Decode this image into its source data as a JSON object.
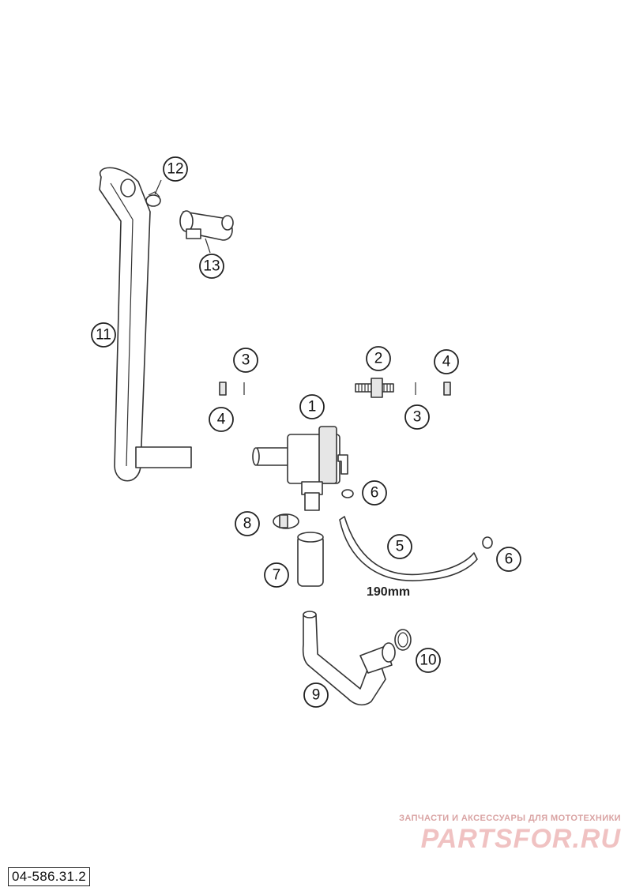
{
  "callouts": {
    "c1": "1",
    "c2": "2",
    "c3a": "3",
    "c3b": "3",
    "c4a": "4",
    "c4b": "4",
    "c5": "5",
    "c6a": "6",
    "c6b": "6",
    "c7": "7",
    "c8": "8",
    "c9": "9",
    "c10": "10",
    "c11": "11",
    "c12": "12",
    "c13": "13"
  },
  "dimension_label": "190mm",
  "drawing_number": "04-586.31.2",
  "watermark": {
    "tagline": "ЗАПЧАСТИ И АКСЕССУАРЫ ДЛЯ МОТОТЕХНИКИ",
    "logo": "PARTSFOR.RU"
  },
  "colors": {
    "line": "#333333",
    "watermark": "#f0c2c2"
  }
}
